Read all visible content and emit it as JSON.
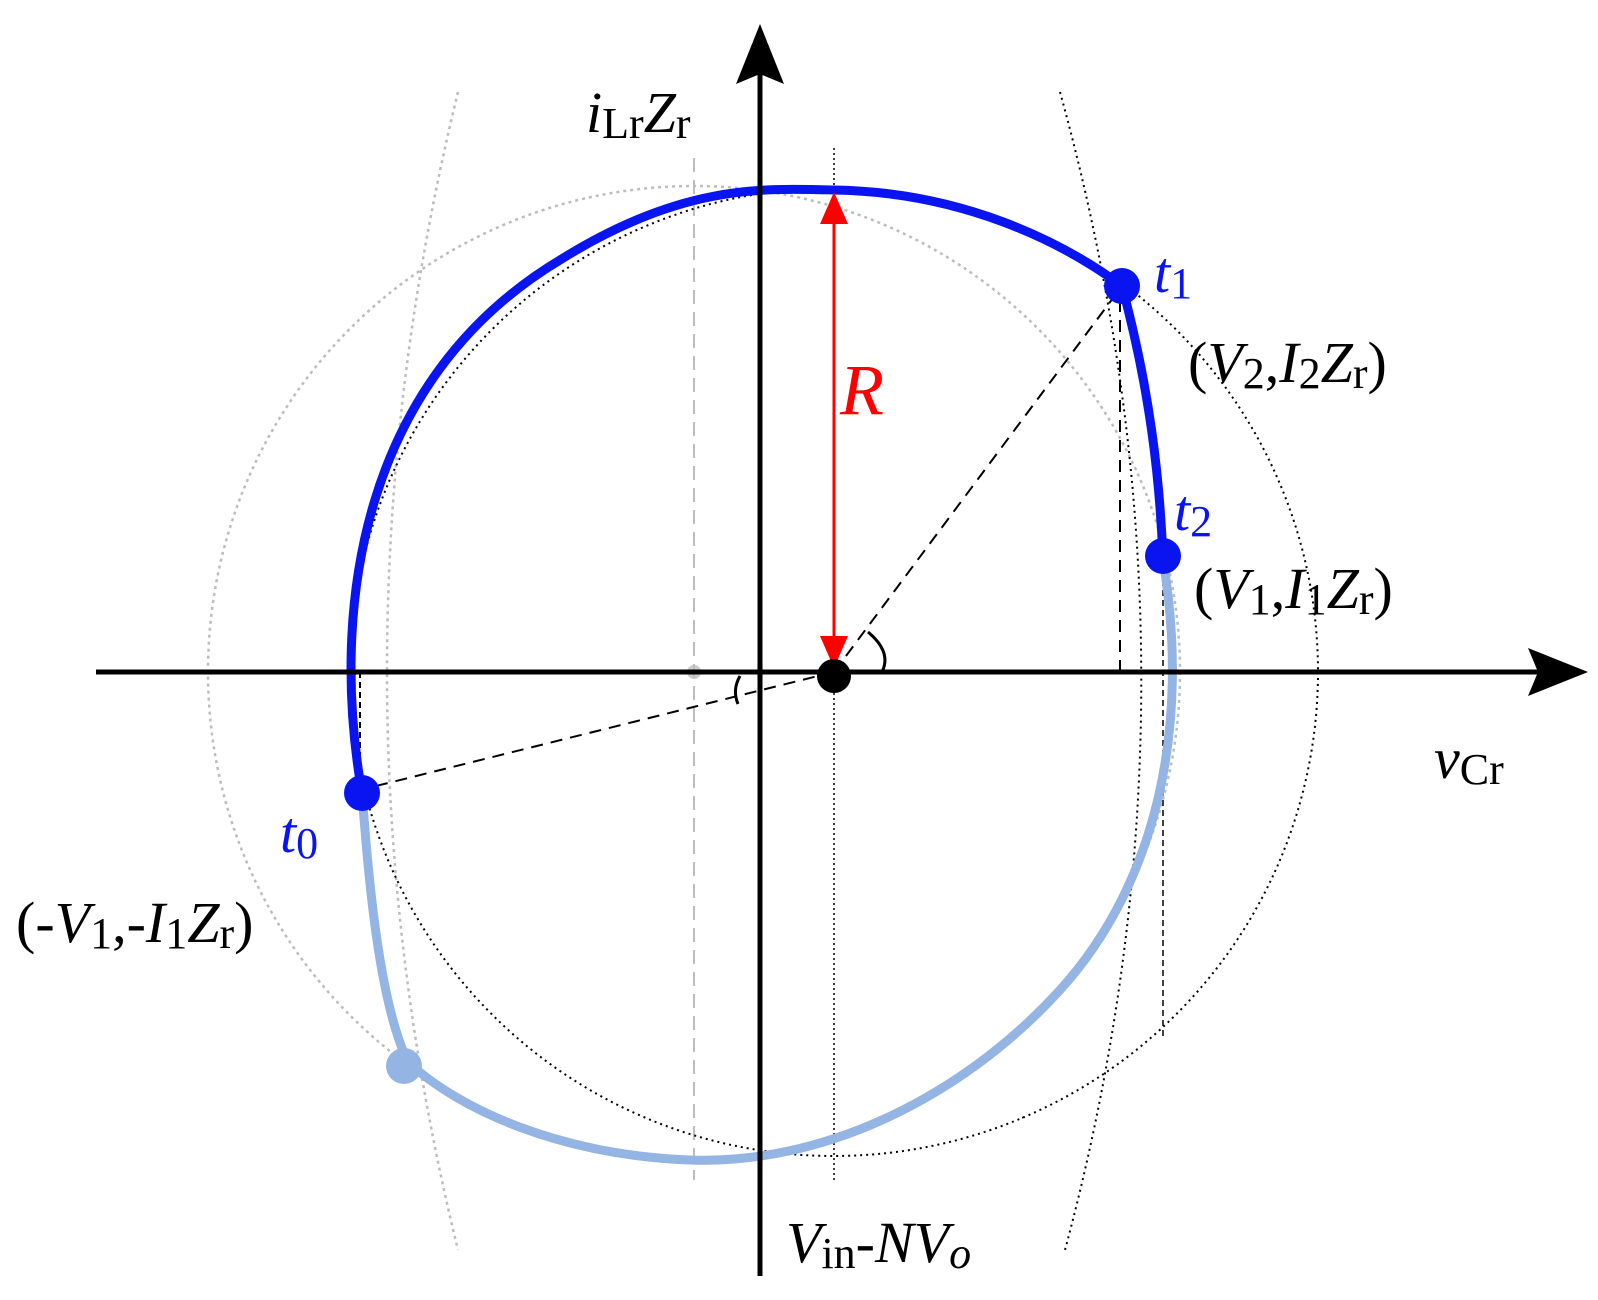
{
  "colors": {
    "axis": "#000000",
    "trajectory_active": "#0a14f0",
    "trajectory_inactive": "#94b4e4",
    "radius_arrow": "#ff0000",
    "guide_circle": "#bdbdbd",
    "reference_circle": "#000000",
    "label_time": "#0a14f0"
  },
  "axes": {
    "x_label": {
      "main": "v",
      "sub": "Cr"
    },
    "y_label": {
      "main": "i",
      "sub1": "Lr",
      "main2": "Z",
      "sub2": "r"
    }
  },
  "radius_label": "R",
  "center_label": {
    "v": "V",
    "in": "in",
    "minus_n": "-N",
    "v2": "V",
    "o": "o"
  },
  "points": {
    "t0": {
      "t": "t",
      "sub": "0",
      "coord_open": "(-",
      "v": "V",
      "v_sub": "1",
      "sep": ",-",
      "i": "I",
      "i_sub": "1",
      "z": "Z",
      "z_sub": "r",
      "close": ")"
    },
    "t1": {
      "t": "t",
      "sub": "1",
      "coord_open": "(",
      "v": "V",
      "v_sub": "2",
      "sep": ",",
      "i": "I",
      "i_sub": "2",
      "z": "Z",
      "z_sub": "r",
      "close": ")"
    },
    "t2": {
      "t": "t",
      "sub": "2",
      "coord_open": "(",
      "v": "V",
      "v_sub": "1",
      "sep": ",",
      "i": "I",
      "i_sub": "1",
      "z": "Z",
      "z_sub": "r",
      "close": ")"
    }
  },
  "icons": {
    "x_arrow": "arrowhead-right-icon",
    "y_arrow": "arrowhead-up-icon"
  }
}
